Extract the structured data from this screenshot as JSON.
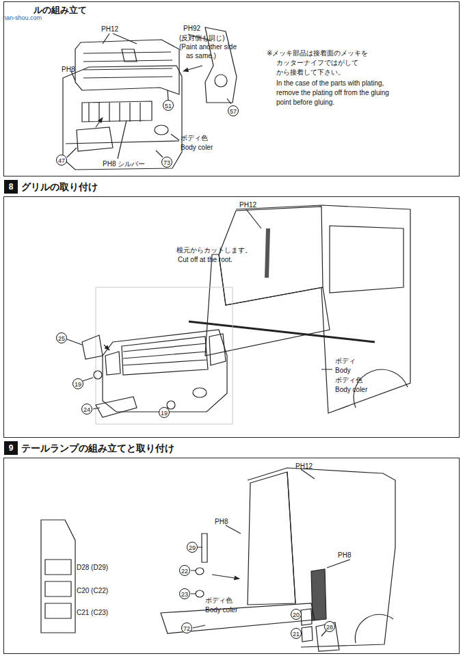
{
  "diagram": {
    "nodes": [
      {
        "text": [
          "ルの組み立て"
        ]
      },
      {
        "text": [
          "グリルの取り付け"
        ]
      },
      {
        "text": [
          "8"
        ],
        "in": 1
      },
      {
        "text": [
          "テールランプの組み立てと取り付け"
        ]
      },
      {
        "text": [
          "9"
        ],
        "in": 3
      }
    ],
    "labels": [
      "nan-shou.com",
      "PH12",
      "PH92",
      "(反対側も同じ)",
      "(Paint another side",
      "as same.)",
      "PH8",
      "※メッキ部品は接着面のメッキを",
      "カッターナイフではがして",
      "から接着して下さい。",
      "In the case of the parts with plating,",
      "remove the plating off from the gluing",
      "point before gluing.",
      "51",
      "57",
      "ボディ色",
      "Body coler",
      "47",
      "PH8 シルバー",
      "73",
      "PH12",
      "根元からカットします。",
      "Cut off at the root.",
      "25",
      "19",
      "24",
      "19",
      "ボディ",
      "Body",
      "ボディ色",
      "Body coler",
      "PH12",
      "PH8",
      "29",
      "22",
      "23",
      "PH8",
      "ボディ色",
      "Body coler",
      "72",
      "20",
      "21",
      "28",
      "D28 (D29)",
      "C20 (C22)",
      "C21 (C23)"
    ]
  }
}
